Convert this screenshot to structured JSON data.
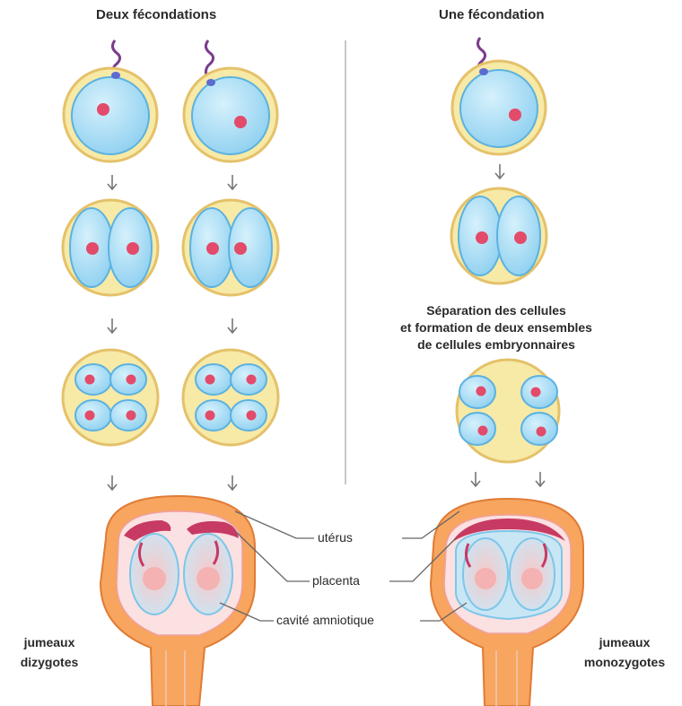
{
  "titles": {
    "left": "Deux fécondations",
    "right": "Une fécondation"
  },
  "separation": {
    "line1": "Séparation des cellules",
    "line2": "et formation de deux ensembles",
    "line3": "de cellules embryonnaires"
  },
  "callouts": {
    "uterus": "utérus",
    "placenta": "placenta",
    "amnion": "cavité amniotique"
  },
  "twins": {
    "dizygotic_line1": "jumeaux",
    "dizygotic_line2": "dizygotes",
    "monozygotic_line1": "jumeaux",
    "monozygotic_line2": "monozygotes"
  },
  "colors": {
    "zona": "#f7e9a6",
    "zona_stroke": "#e4c16a",
    "cell": "#a9dcf4",
    "cell_stroke": "#5bb2e0",
    "nucleus": "#e34b6a",
    "uterus": "#f7a55f",
    "placenta": "#c73a63"
  }
}
